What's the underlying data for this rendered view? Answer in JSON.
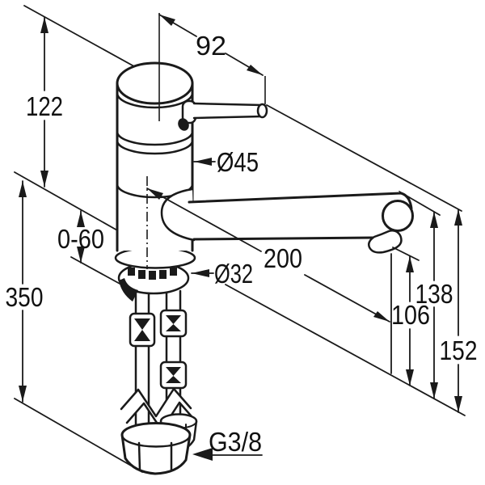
{
  "diagram": {
    "background": "#ffffff",
    "line_color": "#1a1a1a",
    "dimension_labels": {
      "d92": "92",
      "d122": "122",
      "d45": "Ø45",
      "d060": "0-60",
      "d350": "350",
      "d200": "200",
      "d32": "Ø32",
      "d138": "138",
      "d106": "106",
      "d152": "152",
      "thread": "G3/8"
    }
  }
}
